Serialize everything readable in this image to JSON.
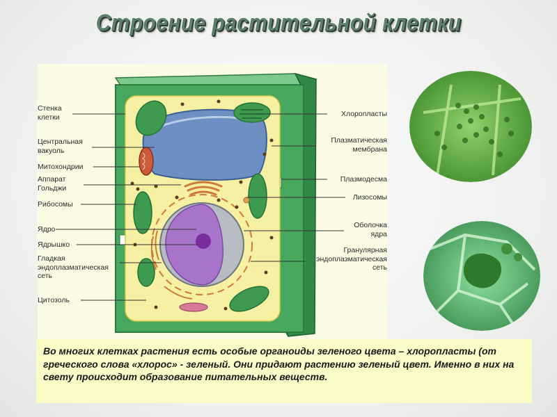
{
  "slide": {
    "title": "Строение растительной клетки"
  },
  "diagram": {
    "labels_left": {
      "cell_wall": "Стенка\nклетки",
      "central_vacuole": "Центральная\nвакуоль",
      "mitochondria": "Митохондрии",
      "golgi": "Аппарат\nГольджи",
      "ribosomes": "Рибосомы",
      "nucleus": "Ядро",
      "nucleolus": "Ядрышко",
      "smooth_er": "Гладкая\nэндоплазматическая\nсеть",
      "cytosol": "Цитозоль"
    },
    "labels_right": {
      "chloroplasts": "Хлоропласты",
      "plasma_membrane": "Плазматическая\nмембрана",
      "plasmodesma": "Плазмодесма",
      "lysosomes": "Лизосомы",
      "nuclear_envelope": "Оболочка\nядра",
      "rough_er": "Гранулярная\nэндоплазматическая\nсеть"
    }
  },
  "caption": {
    "text": "Во многих клетках растения есть особые органоиды зеленого цвета – хлоропласты (от греческого слова «хлорос» - зеленый. Они придают растению зеленый цвет. Именно в них на свету происходит образование питательных веществ."
  },
  "colors": {
    "cell_wall": "#3f9a55",
    "cytoplasm": "#f5f0a2",
    "vacuole": "#6d8fc2",
    "nucleus": "#a874c9",
    "chloroplast": "#3e9a4f",
    "caption_bg": "#fbfbc8"
  }
}
